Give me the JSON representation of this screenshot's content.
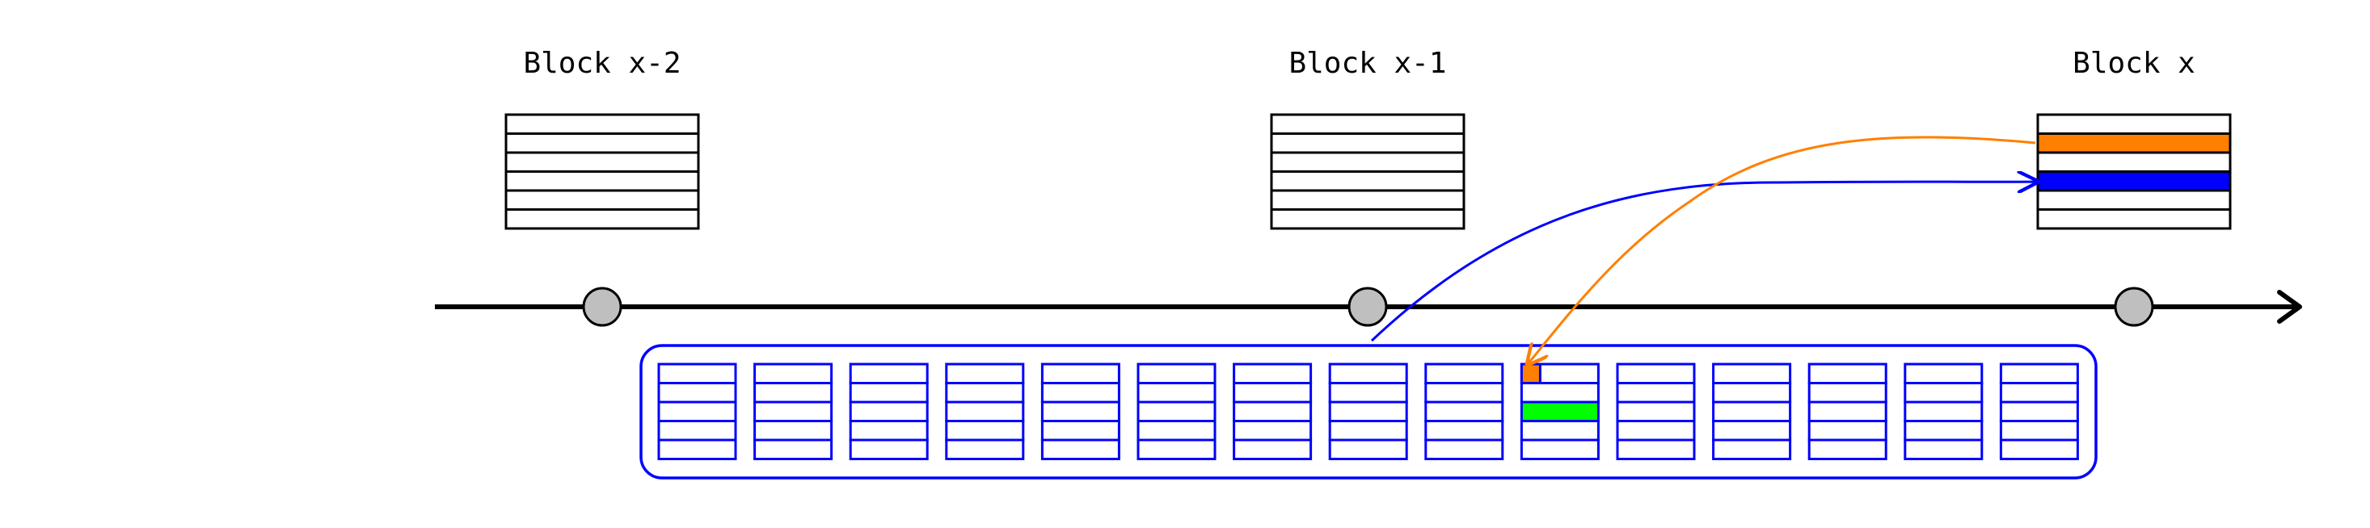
{
  "blocks": [
    {
      "label": "Block x-2",
      "rows": 6,
      "highlights": []
    },
    {
      "label": "Block x-1",
      "rows": 6,
      "highlights": []
    },
    {
      "label": "Block x",
      "rows": 6,
      "highlights": [
        {
          "row": 1,
          "color": "#ff8000"
        },
        {
          "row": 3,
          "color": "#0000ff"
        }
      ]
    }
  ],
  "pool": {
    "cell_count": 15,
    "rows_per_cell": 5,
    "marked_cell": 9,
    "marked_corner_color": "#ff8000",
    "marked_row": 2,
    "marked_row_color": "#00ff00"
  },
  "colors": {
    "line": "#000000",
    "node_fill": "#bfbfbf",
    "pool_stroke": "#0000ff",
    "orange_arrow": "#ff8000",
    "blue_arrow": "#0000ff"
  }
}
